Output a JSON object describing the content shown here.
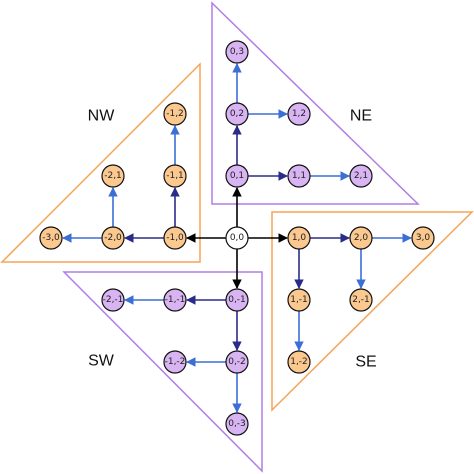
{
  "colors": {
    "orange_node": "#fbc88f",
    "purple_node": "#d8b4f2",
    "origin_node": "#ffffff",
    "orange_border": "#f5a455",
    "purple_border": "#b07ee6",
    "arrow_dark": "#2b2b8a",
    "arrow_blue": "#3c6fd6",
    "arrow_black": "#000000"
  },
  "regions": [
    {
      "id": "ne",
      "label": "NE",
      "color": "purple"
    },
    {
      "id": "nw",
      "label": "NW",
      "color": "orange"
    },
    {
      "id": "se",
      "label": "SE",
      "color": "orange"
    },
    {
      "id": "sw",
      "label": "SW",
      "color": "purple"
    }
  ],
  "nodes": [
    {
      "id": "0,0",
      "label": "0,0",
      "color": "origin",
      "grid": [
        0,
        0
      ]
    },
    {
      "id": "1,0",
      "label": "1,0",
      "color": "orange",
      "grid": [
        1,
        0
      ]
    },
    {
      "id": "2,0",
      "label": "2,0",
      "color": "orange",
      "grid": [
        2,
        0
      ]
    },
    {
      "id": "3,0",
      "label": "3,0",
      "color": "orange",
      "grid": [
        3,
        0
      ]
    },
    {
      "id": "1,-1",
      "label": "1,-1",
      "color": "orange",
      "grid": [
        1,
        -1
      ]
    },
    {
      "id": "1,-2",
      "label": "1,-2",
      "color": "orange",
      "grid": [
        1,
        -2
      ]
    },
    {
      "id": "2,-1",
      "label": "2,-1",
      "color": "orange",
      "grid": [
        2,
        -1
      ]
    },
    {
      "id": "-1,0",
      "label": "-1,0",
      "color": "orange",
      "grid": [
        -1,
        0
      ]
    },
    {
      "id": "-2,0",
      "label": "-2,0",
      "color": "orange",
      "grid": [
        -2,
        0
      ]
    },
    {
      "id": "-3,0",
      "label": "-3,0",
      "color": "orange",
      "grid": [
        -3,
        0
      ]
    },
    {
      "id": "-1,1",
      "label": "-1,1",
      "color": "orange",
      "grid": [
        -1,
        1
      ]
    },
    {
      "id": "-1,2",
      "label": "-1,2",
      "color": "orange",
      "grid": [
        -1,
        2
      ]
    },
    {
      "id": "-2,1",
      "label": "-2,1",
      "color": "orange",
      "grid": [
        -2,
        1
      ]
    },
    {
      "id": "0,1",
      "label": "0,1",
      "color": "purple",
      "grid": [
        0,
        1
      ]
    },
    {
      "id": "0,2",
      "label": "0,2",
      "color": "purple",
      "grid": [
        0,
        2
      ]
    },
    {
      "id": "0,3",
      "label": "0,3",
      "color": "purple",
      "grid": [
        0,
        3
      ]
    },
    {
      "id": "1,1",
      "label": "1,1",
      "color": "purple",
      "grid": [
        1,
        1
      ]
    },
    {
      "id": "2,1",
      "label": "2,1",
      "color": "purple",
      "grid": [
        2,
        1
      ]
    },
    {
      "id": "1,2",
      "label": "1,2",
      "color": "purple",
      "grid": [
        1,
        2
      ]
    },
    {
      "id": "0,-1",
      "label": "0,-1",
      "color": "purple",
      "grid": [
        0,
        -1
      ]
    },
    {
      "id": "0,-2",
      "label": "0,-2",
      "color": "purple",
      "grid": [
        0,
        -2
      ]
    },
    {
      "id": "0,-3",
      "label": "0,-3",
      "color": "purple",
      "grid": [
        0,
        -3
      ]
    },
    {
      "id": "-1,-1",
      "label": "-1,-1",
      "color": "purple",
      "grid": [
        -1,
        -1
      ]
    },
    {
      "id": "-2,-1",
      "label": "-2,-1",
      "color": "purple",
      "grid": [
        -2,
        -1
      ]
    },
    {
      "id": "-1,-2",
      "label": "-1,-2",
      "color": "purple",
      "grid": [
        -1,
        -2
      ]
    }
  ],
  "edges": [
    {
      "from": "0,0",
      "to": "1,0",
      "style": "black"
    },
    {
      "from": "0,0",
      "to": "-1,0",
      "style": "black"
    },
    {
      "from": "0,0",
      "to": "0,1",
      "style": "black"
    },
    {
      "from": "0,0",
      "to": "0,-1",
      "style": "black"
    },
    {
      "from": "1,0",
      "to": "2,0",
      "style": "dark"
    },
    {
      "from": "2,0",
      "to": "3,0",
      "style": "blue"
    },
    {
      "from": "1,0",
      "to": "1,-1",
      "style": "dark"
    },
    {
      "from": "1,-1",
      "to": "1,-2",
      "style": "blue"
    },
    {
      "from": "2,0",
      "to": "2,-1",
      "style": "blue"
    },
    {
      "from": "-1,0",
      "to": "-2,0",
      "style": "dark"
    },
    {
      "from": "-2,0",
      "to": "-3,0",
      "style": "blue"
    },
    {
      "from": "-1,0",
      "to": "-1,1",
      "style": "dark"
    },
    {
      "from": "-1,1",
      "to": "-1,2",
      "style": "blue"
    },
    {
      "from": "-2,0",
      "to": "-2,1",
      "style": "blue"
    },
    {
      "from": "0,1",
      "to": "0,2",
      "style": "dark"
    },
    {
      "from": "0,2",
      "to": "0,3",
      "style": "blue"
    },
    {
      "from": "0,1",
      "to": "1,1",
      "style": "dark"
    },
    {
      "from": "1,1",
      "to": "2,1",
      "style": "blue"
    },
    {
      "from": "0,2",
      "to": "1,2",
      "style": "blue"
    },
    {
      "from": "0,-1",
      "to": "0,-2",
      "style": "dark"
    },
    {
      "from": "0,-2",
      "to": "0,-3",
      "style": "blue"
    },
    {
      "from": "0,-1",
      "to": "-1,-1",
      "style": "dark"
    },
    {
      "from": "-1,-1",
      "to": "-2,-1",
      "style": "blue"
    },
    {
      "from": "0,-2",
      "to": "-1,-2",
      "style": "blue"
    }
  ]
}
